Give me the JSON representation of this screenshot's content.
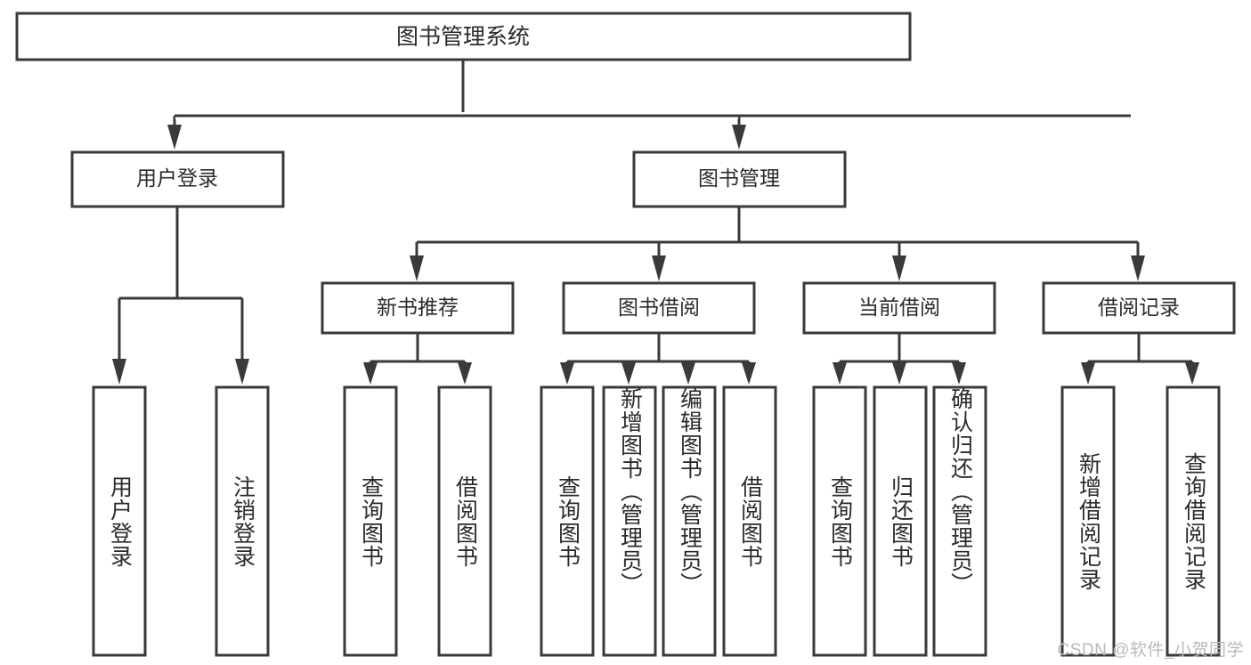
{
  "diagram": {
    "title": "图书管理系统",
    "type": "tree-hierarchy-diagram",
    "colors": {
      "stroke": "#3a3a3a",
      "fill": "#ffffff",
      "text": "#2b2b2b",
      "watermark": "#b9b9b9",
      "background": "#ffffff"
    },
    "root": {
      "label": "图书管理系统"
    },
    "level2": [
      {
        "label": "用户登录"
      },
      {
        "label": "图书管理"
      }
    ],
    "level3": [
      {
        "label": "新书推荐"
      },
      {
        "label": "图书借阅"
      },
      {
        "label": "当前借阅"
      },
      {
        "label": "借阅记录"
      }
    ],
    "leaves": {
      "user_login": [
        {
          "label": "用户登录"
        },
        {
          "label": "注销登录"
        }
      ],
      "new_book_recommend": [
        {
          "label": "查询图书"
        },
        {
          "label": "借阅图书"
        }
      ],
      "book_borrow": [
        {
          "label": "查询图书"
        },
        {
          "label": "新增图书（管理员）"
        },
        {
          "label": "编辑图书（管理员）"
        },
        {
          "label": "借阅图书"
        }
      ],
      "current_borrow": [
        {
          "label": "查询图书"
        },
        {
          "label": "归还图书"
        },
        {
          "label": "确认归还（管理员）"
        }
      ],
      "borrow_record": [
        {
          "label": "新增借阅记录"
        },
        {
          "label": "查询借阅记录"
        }
      ]
    },
    "watermark": "CSDN @软件_小贺同学"
  }
}
